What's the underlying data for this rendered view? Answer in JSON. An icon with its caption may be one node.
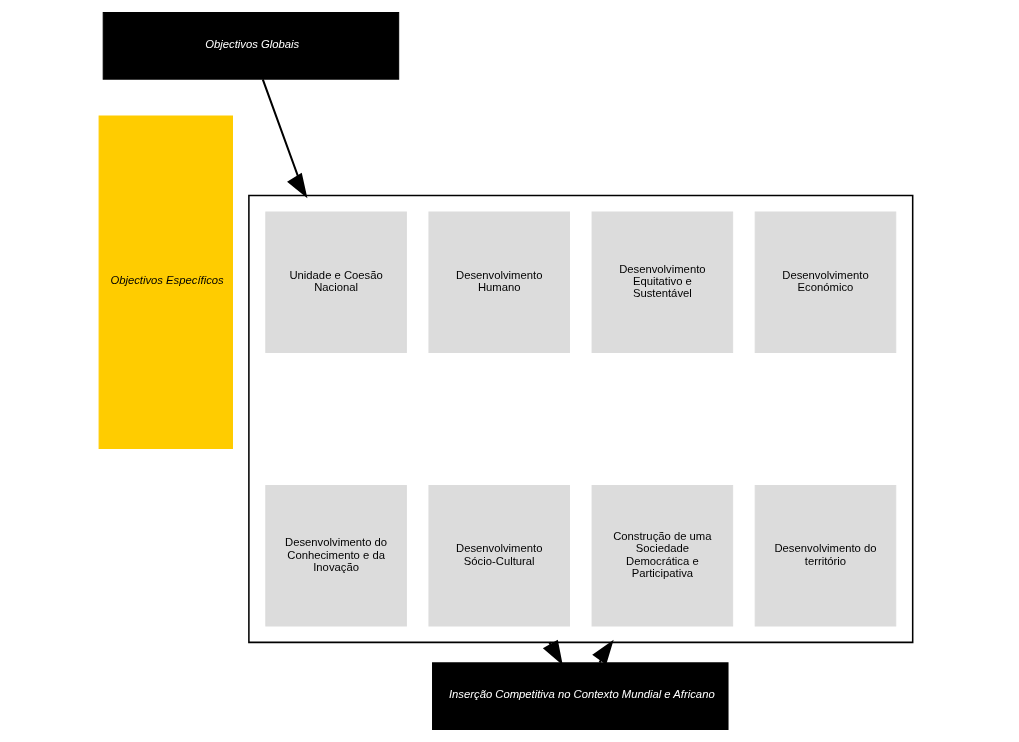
{
  "diagram": {
    "nodes": [
      {
        "text": [
          "Objectivos Globais"
        ]
      },
      {
        "text": [
          "Objectivos Específicos"
        ]
      },
      {
        "text": [],
        "shape": "box"
      },
      {
        "text": [
          "Unidade e Coesão Nacional"
        ],
        "in": 2
      },
      {
        "text": [
          "Desenvolvimento Humano"
        ],
        "in": 2
      },
      {
        "text": [
          "Desenvolvimento Equitativo e Sustentável"
        ],
        "in": 2
      },
      {
        "text": [
          "Desenvolvimento Económico"
        ],
        "in": 2
      },
      {
        "text": [
          "Desenvolvimento do Conhecimento e da Inovação"
        ],
        "in": 2
      },
      {
        "text": [
          "Desenvolvimento Sócio-Cultural"
        ],
        "in": 2
      },
      {
        "text": [
          "Construção de uma Sociedade Democrática e Participativa"
        ],
        "in": 2
      },
      {
        "text": [
          "Desenvolvimento do território"
        ],
        "in": 2
      },
      {
        "text": [
          "Inserção Competitiva no Contexto Mundial e Africano"
        ]
      }
    ],
    "edges": [
      {
        "from": 0,
        "to": 2,
        "arrow": "to"
      },
      {
        "from": 2,
        "to": 11,
        "arrow": "to"
      },
      {
        "from": 11,
        "to": 2,
        "arrow": "to"
      }
    ]
  }
}
